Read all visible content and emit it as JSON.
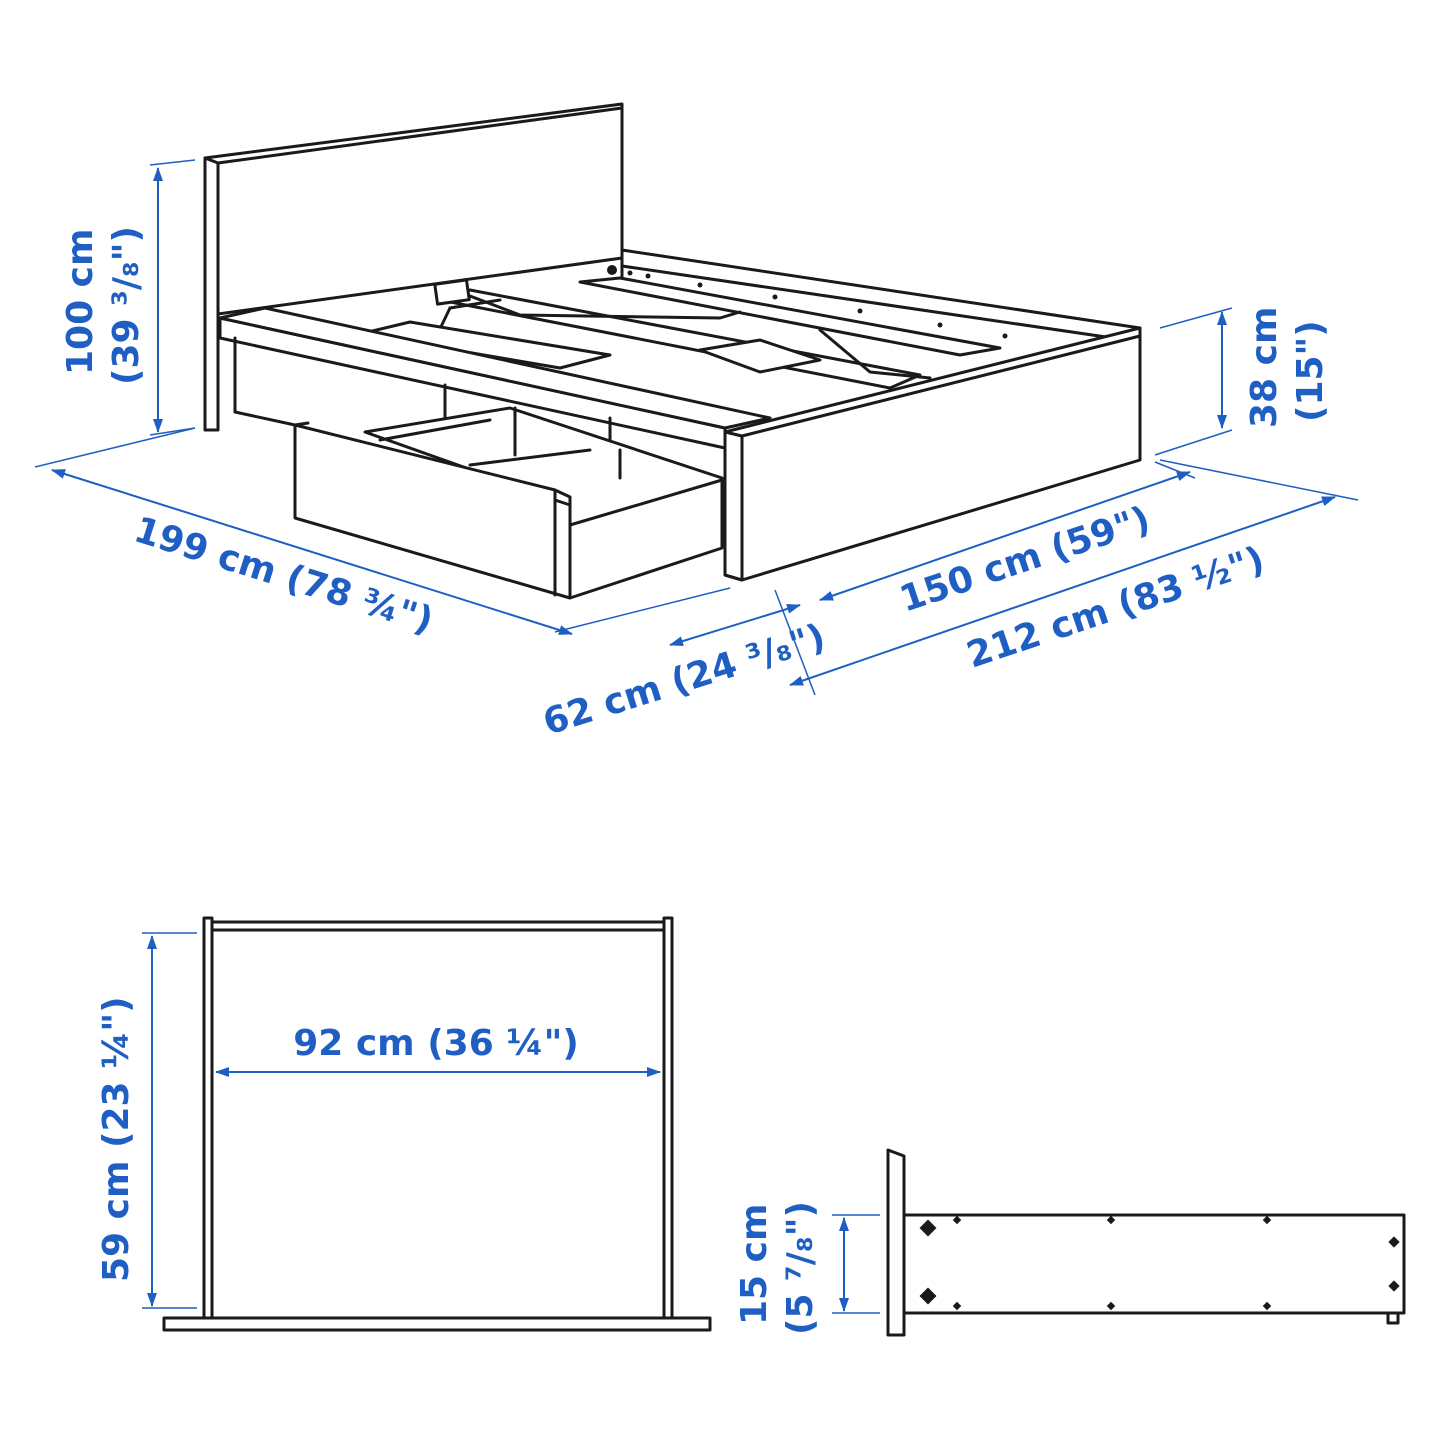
{
  "colors": {
    "dimension": "#1f5fc4",
    "line_art": "#1a1a1a",
    "background": "#ffffff"
  },
  "dimensions": {
    "headboard_height": "100 cm",
    "headboard_height_in": "(39 ³/₈\")",
    "bed_height": "38 cm",
    "bed_height_in": "(15\")",
    "bed_length": "199 cm (78 ¾\")",
    "bed_width": "150 cm (59\")",
    "total_length": "212 cm (83 ½\")",
    "drawer_extension": "62 cm (24 ³/₈\")",
    "drawer_width": "92 cm (36 ¼\")",
    "drawer_depth": "59 cm (23 ¼\")",
    "drawer_height": "15 cm",
    "drawer_height_in": "(5 ⁷/₈\")"
  }
}
